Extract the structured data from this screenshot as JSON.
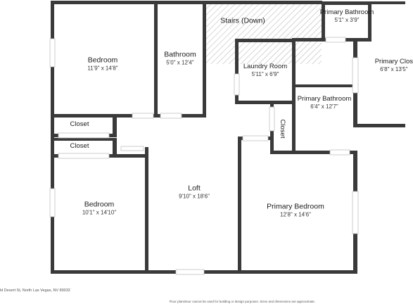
{
  "rooms": {
    "bedroom_top": {
      "name": "Bedroom",
      "dim": "11'9\" x 14'8\""
    },
    "bathroom": {
      "name": "Bathroom",
      "dim": "5'0\" x 12'4\""
    },
    "stairs": {
      "name": "Stairs (Down)"
    },
    "primary_bathroom_small": {
      "name": "Primary Bathroom",
      "dim": "5'1\" x 3'9\""
    },
    "primary_closet": {
      "name": "Primary Clos",
      "dim": "6'8\" x 13'5\""
    },
    "laundry": {
      "name": "Laundry Room",
      "dim": "5'11\" x 6'9\""
    },
    "primary_bathroom": {
      "name": "Primary Bathroom",
      "dim": "6'4\" x 12'7\""
    },
    "closet_vertical": {
      "name": "Closet"
    },
    "closet_1": {
      "name": "Closet"
    },
    "closet_2": {
      "name": "Closet"
    },
    "bedroom_bottom": {
      "name": "Bedroom",
      "dim": "10'1\" x 14'10\""
    },
    "loft": {
      "name": "Loft",
      "dim": "9'10\" x 18'6\""
    },
    "primary_bedroom": {
      "name": "Primary Bedroom",
      "dim": "12'8\" x 14'6\""
    }
  },
  "footer": {
    "address": "ld Desert St, North Las Vegas, NV 89032",
    "disclaimer": "Floor plans/tour cannot be used for building or design purposes. Sizes and dimensions are approximate."
  }
}
